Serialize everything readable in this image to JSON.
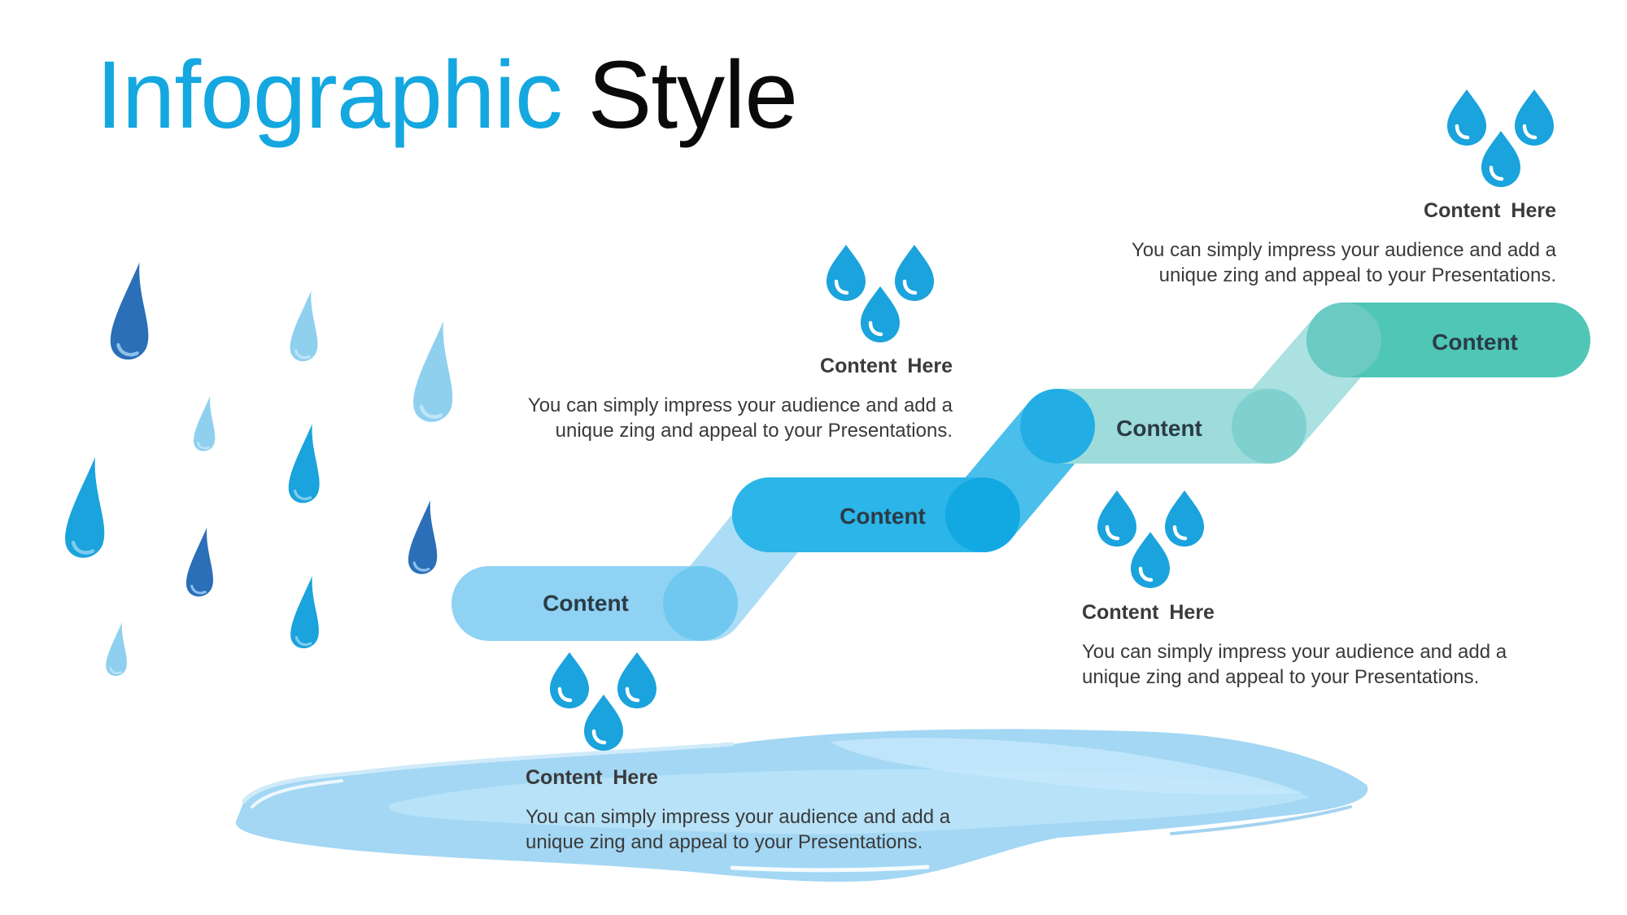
{
  "title": {
    "part1": "Infographic",
    "part2": "Style"
  },
  "steps": [
    {
      "label": "Content"
    },
    {
      "label": "Content"
    },
    {
      "label": "Content"
    },
    {
      "label": "Content"
    }
  ],
  "blocks": [
    {
      "heading": "Content  Here",
      "line1": "You can simply impress your audience and add a",
      "line2": "unique zing and appeal to your Presentations."
    },
    {
      "heading": "Content  Here",
      "line1": "You can simply impress your audience and add a",
      "line2": "unique zing and appeal to your Presentations."
    },
    {
      "heading": "Content  Here",
      "line1": "You can simply impress your audience and add a",
      "line2": "unique zing and appeal to your Presentations."
    },
    {
      "heading": "Content  Here",
      "line1": "You can simply impress your audience and add a",
      "line2": "unique zing and appeal to your Presentations."
    }
  ],
  "colors": {
    "accent": "#14a7e0",
    "step1": "#8fd2f3",
    "step2": "#2bb5e8",
    "step3": "#9ddcdb",
    "step4": "#4fc6b6",
    "puddle": "#a9dcf6",
    "drop": "#1aa3dc",
    "drop_dark": "#2a6fb7",
    "drop_light": "#8fd0ef"
  }
}
